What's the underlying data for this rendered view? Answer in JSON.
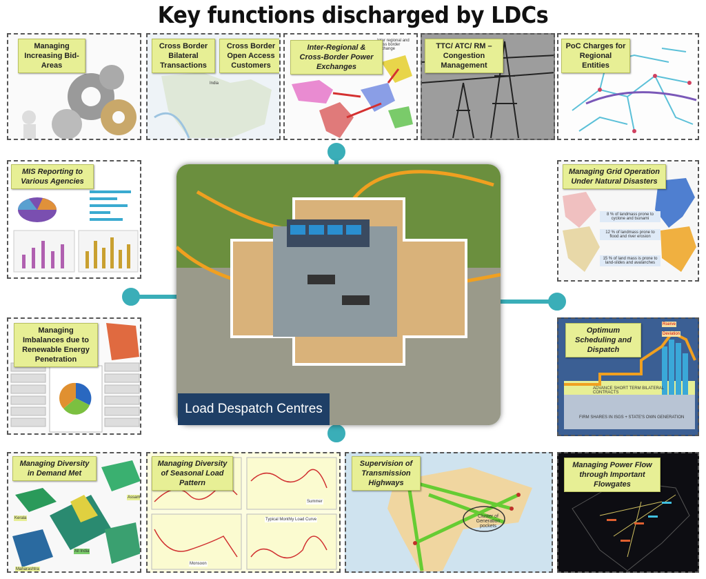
{
  "title": "Key functions discharged by LDCs",
  "center": {
    "caption": "Load Despatch Centres"
  },
  "panels": {
    "bid_areas": "Managing Increasing Bid-Areas",
    "cb_bilateral": "Cross Border Bilateral Transactions",
    "cb_open_access": "Cross Border Open Access Customers",
    "exchanges": "Inter-Regional & Cross-Border Power Exchanges",
    "ttc": "TTC/ ATC/ RM – Congestion Management",
    "poc": "PoC Charges for Regional Entities",
    "mis": "MIS Reporting to Various Agencies",
    "disasters": "Managing Grid Operation Under Natural Disasters",
    "imbalances": "Managing Imbalances due to Renewable Energy Penetration",
    "scheduling": "Optimum Scheduling and Dispatch",
    "diversity_demand": "Managing Diversity in Demand Met",
    "seasonal": "Managing Diversity of Seasonal Load Pattern",
    "transmission": "Supervision of Transmission Highways",
    "flowgates": "Managing Power Flow through Important Flowgates"
  },
  "disaster_notes": [
    "8 % of landmass prone to cyclone and tsunami",
    "12 % of landmass prone to flood and river erosion",
    "15 % of land mass is prone to land-slides and avalanches"
  ],
  "cb_map_label": "India",
  "exchange_note": "Inter regional and cross border exchange",
  "scheduling_notes": {
    "contracts": "ADVANCE SHORT TERM BILATERAL CONTRACTS",
    "firm": "FIRM SHARES IN ISGS + STATE'S OWN GENERATION",
    "reserve": "Rserve",
    "deviation": "Deviation"
  },
  "seasonal_labels": [
    "Summer",
    "Monsoon",
    "Typical Monthly Load Curve"
  ],
  "diversity_labels": [
    "Kerala",
    "Assam",
    "All India",
    "Maharashtra"
  ],
  "transmission_note": "Cluster of Generation pockets",
  "colors": {
    "teal": "#3aaeb8",
    "label_bg": "#e7ef95",
    "caption_bg": "#1f3f66"
  }
}
